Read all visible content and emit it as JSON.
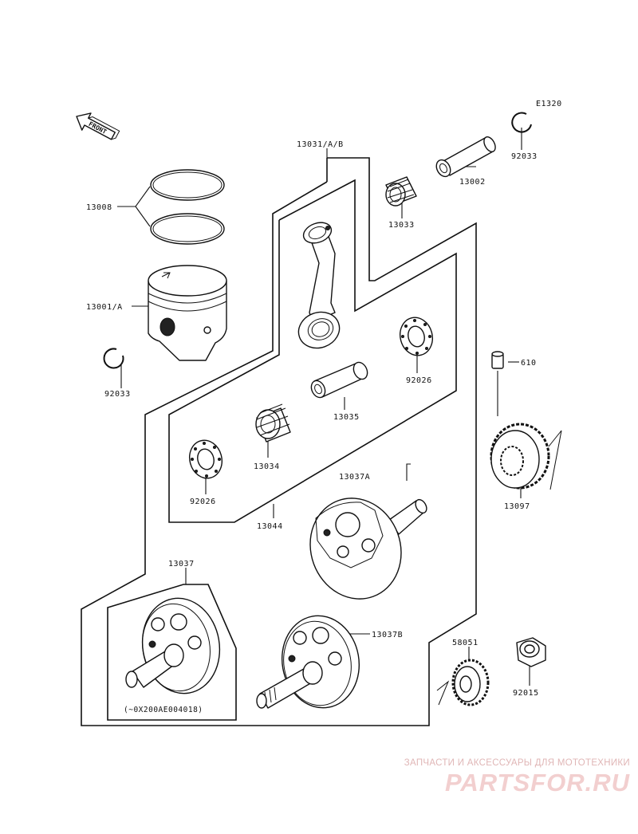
{
  "diagram_code": "E1320",
  "front_label": "FRONT",
  "labels": {
    "p13031": "13031/A/B",
    "p13002": "13002",
    "p92033_top": "92033",
    "p13008": "13008",
    "p13033": "13033",
    "p13001": "13001/A",
    "p92033_left": "92033",
    "p92026_right": "92026",
    "p13035": "13035",
    "p610": "610",
    "p13034": "13034",
    "p92026_left": "92026",
    "p13037A": "13037A",
    "p13097": "13097",
    "p13044": "13044",
    "p13037": "13037",
    "p13037B": "13037B",
    "p58051": "58051",
    "p92015": "92015",
    "serial_note": "(~0X200AE004018)"
  },
  "watermark": {
    "tagline": "ЗАПЧАСТИ И АКСЕССУАРЫ ДЛЯ МОТОТЕХНИКИ",
    "logo": "PARTSFOR.RU"
  }
}
